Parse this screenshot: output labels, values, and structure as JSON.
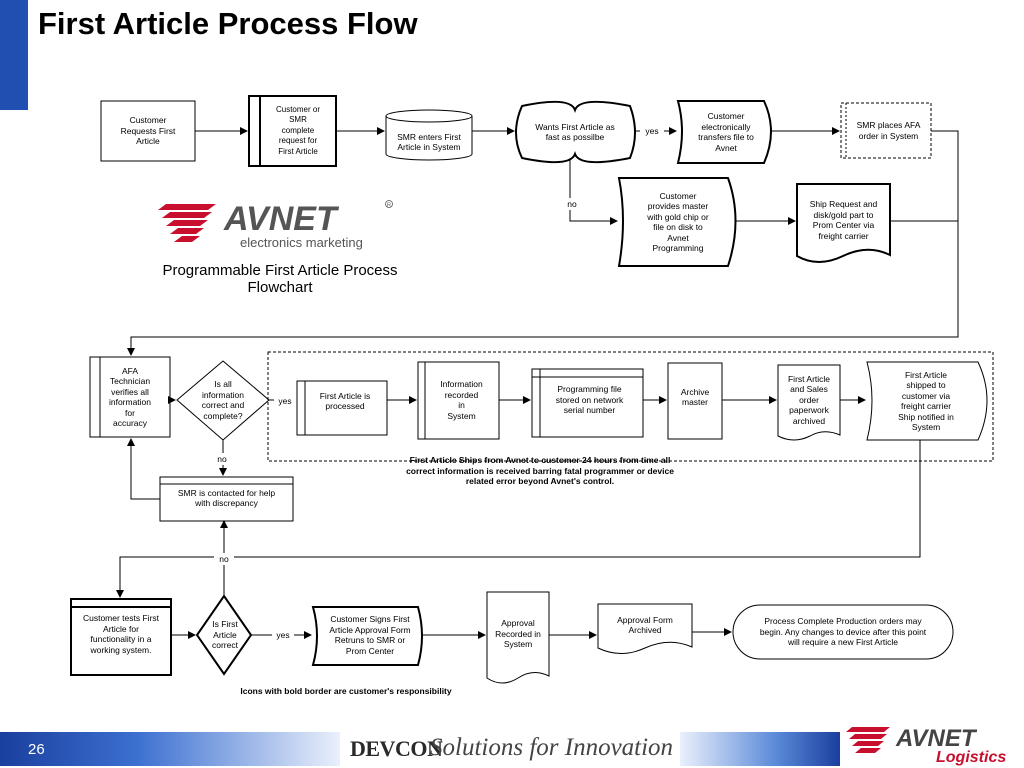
{
  "slide": {
    "title": "First Article Process Flow",
    "page_number": "26"
  },
  "logo": {
    "caption_line1": "Programmable First Article Process",
    "caption_line2": "Flowchart",
    "brand": "AVNET",
    "subbrand": "electronics marketing"
  },
  "nodes": {
    "n1": [
      "Customer",
      "Requests First",
      "Article"
    ],
    "n2": [
      "Customer or",
      "SMR",
      "complete",
      "request for",
      "First Article"
    ],
    "n3": [
      "SMR enters First",
      "Article in System"
    ],
    "n4": [
      "Wants First Article as",
      "fast as possilbe"
    ],
    "n5": [
      "Customer",
      "electronically",
      "transfers file to",
      "Avnet"
    ],
    "n6": [
      "SMR places AFA",
      "order in System"
    ],
    "n7": [
      "Customer",
      "provides master",
      "with gold chip or",
      "file on disk to",
      "Avnet",
      "Programming"
    ],
    "n8": [
      "Ship Request and",
      "disk/gold part to",
      "Prom Center via",
      "freight carrier"
    ],
    "n9": [
      "AFA",
      "Technician",
      "verifies all",
      "information",
      "for",
      "accuracy"
    ],
    "n10": [
      "Is all",
      "information",
      "correct and",
      "complete?"
    ],
    "n11": [
      "First Article is",
      "processed"
    ],
    "n12": [
      "Information",
      "recorded",
      "in",
      "System"
    ],
    "n13": [
      "Programming file",
      "stored on network",
      "serial number"
    ],
    "n14": [
      "Archive",
      "master"
    ],
    "n15": [
      "First Article",
      "and Sales",
      "order",
      "paperwork",
      "archived"
    ],
    "n16": [
      "First Article",
      "shipped to",
      "customer via",
      "freight carrier",
      "Ship notified in",
      "System"
    ],
    "n17": [
      "SMR is contacted for help",
      "with discrepancy"
    ],
    "n18": [
      "Customer tests First",
      "Article for",
      "functionality in a",
      "working system."
    ],
    "n19": [
      "Is First",
      "Article",
      "correct"
    ],
    "n20": [
      "Customer Signs First",
      "Article Approval Form",
      "Retruns to SMR or",
      "Prom Center"
    ],
    "n21": [
      "Approval",
      "Recorded in",
      "System"
    ],
    "n22": [
      "Approval Form",
      "Archived"
    ],
    "n23": [
      "Process Complete Production orders may",
      "begin.  Any changes to device after this point",
      "will require a new First Article"
    ]
  },
  "edge_labels": {
    "yes": "yes",
    "no": "no"
  },
  "notes": {
    "ship_note": [
      "First Article Ships from Avnet to customer 24 hours  from time all",
      "correct information is received barring fatal programmer or device",
      "related error beyond Avnet's control."
    ],
    "responsibility_note": "Icons with bold border are customer's responsibility"
  },
  "footer": {
    "devcon": "DEVCON",
    "tagline": "Solutions for Innovation",
    "logistics_brand": "AVNET",
    "logistics_sub": "Logistics"
  },
  "colors": {
    "accent_blue": "#1f4fb0",
    "avnet_red": "#c8102e",
    "logo_gray": "#555555"
  }
}
